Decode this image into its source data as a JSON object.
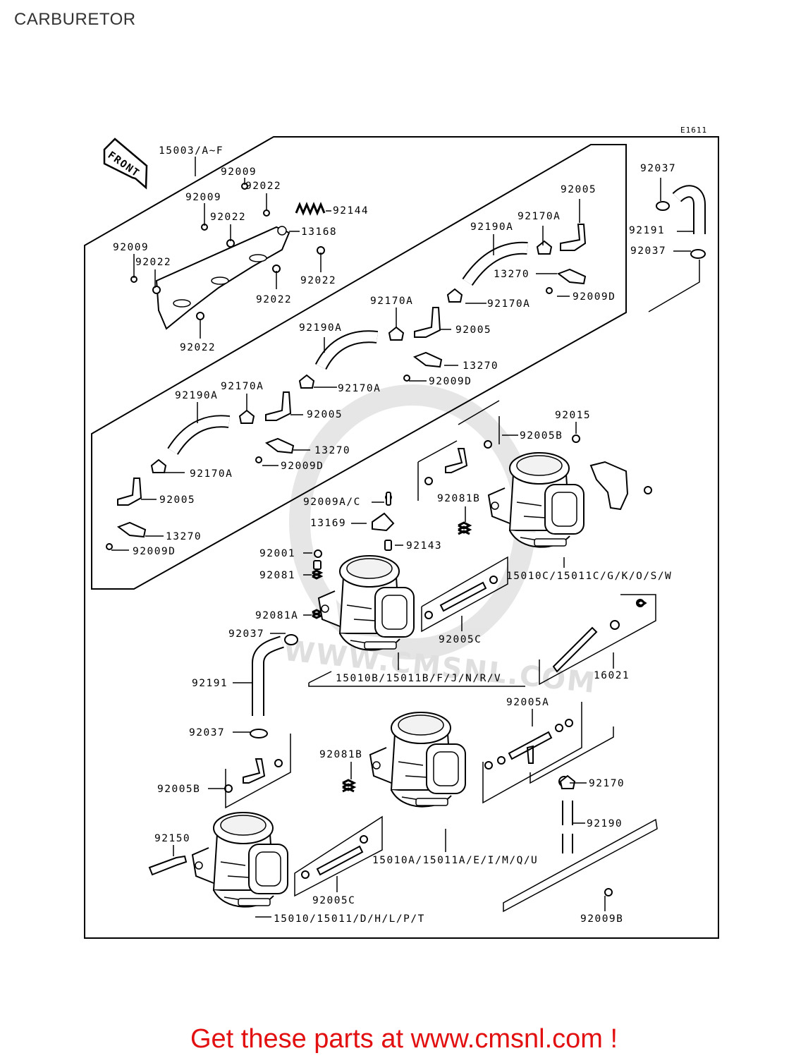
{
  "page": {
    "title": "CARBURETOR"
  },
  "diagram": {
    "ref_code": "E1611",
    "front_arrow_label": "FRONT",
    "watermark_text": "WWW.CMSNL.COM",
    "labels": [
      "15003/A~F",
      "92009",
      "92022",
      "92009",
      "92144",
      "92022",
      "13168",
      "92009",
      "92022",
      "92022",
      "92022",
      "92022",
      "92190A",
      "92170A",
      "92005",
      "13270",
      "92170A",
      "92009D",
      "92170A",
      "92190A",
      "92005",
      "13270",
      "92170A",
      "92009D",
      "92190A",
      "92170A",
      "92005",
      "13270",
      "92009D",
      "92170A",
      "92005",
      "13270",
      "92009D",
      "92037",
      "92191",
      "92037",
      "92015",
      "92005B",
      "92009A/C",
      "92081B",
      "13169",
      "92143",
      "92001",
      "92081",
      "15010C/15011C/G/K/O/S/W",
      "92081A",
      "92037",
      "92005C",
      "16021",
      "15010B/15011B/F/J/N/R/V",
      "92191",
      "92005A",
      "92037",
      "92081B",
      "92005B",
      "92170",
      "92190",
      "92150",
      "15010A/15011A/E/I/M/Q/U",
      "92005C",
      "92009B",
      "15010/15011/D/H/L/P/T"
    ]
  },
  "footer": {
    "cta": "Get these parts at www.cmsnl.com !"
  }
}
